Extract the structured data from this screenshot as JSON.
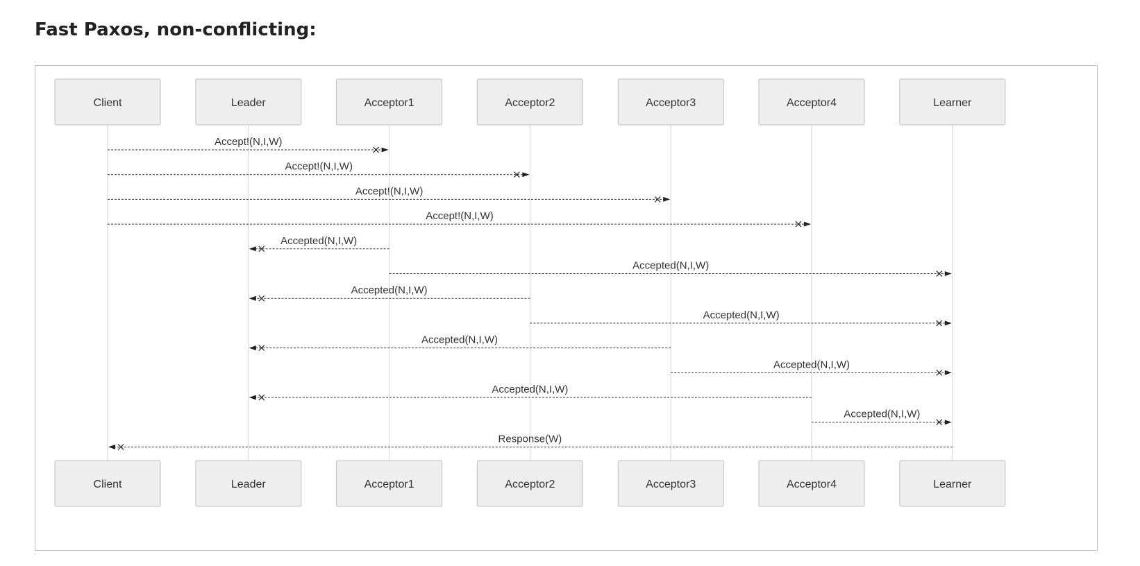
{
  "title": "Fast Paxos, non-conflicting:",
  "diagram": {
    "type": "sequence",
    "actors": [
      "Client",
      "Leader",
      "Acceptor1",
      "Acceptor2",
      "Acceptor3",
      "Acceptor4",
      "Learner"
    ],
    "messages": [
      {
        "from": "Client",
        "to": "Acceptor1",
        "label": "Accept!(N,I,W)"
      },
      {
        "from": "Client",
        "to": "Acceptor2",
        "label": "Accept!(N,I,W)"
      },
      {
        "from": "Client",
        "to": "Acceptor3",
        "label": "Accept!(N,I,W)"
      },
      {
        "from": "Client",
        "to": "Acceptor4",
        "label": "Accept!(N,I,W)"
      },
      {
        "from": "Acceptor1",
        "to": "Leader",
        "label": "Accepted(N,I,W)"
      },
      {
        "from": "Acceptor1",
        "to": "Learner",
        "label": "Accepted(N,I,W)"
      },
      {
        "from": "Acceptor2",
        "to": "Leader",
        "label": "Accepted(N,I,W)"
      },
      {
        "from": "Acceptor2",
        "to": "Learner",
        "label": "Accepted(N,I,W)"
      },
      {
        "from": "Acceptor3",
        "to": "Leader",
        "label": "Accepted(N,I,W)"
      },
      {
        "from": "Acceptor3",
        "to": "Learner",
        "label": "Accepted(N,I,W)"
      },
      {
        "from": "Acceptor4",
        "to": "Leader",
        "label": "Accepted(N,I,W)"
      },
      {
        "from": "Acceptor4",
        "to": "Learner",
        "label": "Accepted(N,I,W)"
      },
      {
        "from": "Learner",
        "to": "Client",
        "label": "Response(W)"
      }
    ]
  }
}
